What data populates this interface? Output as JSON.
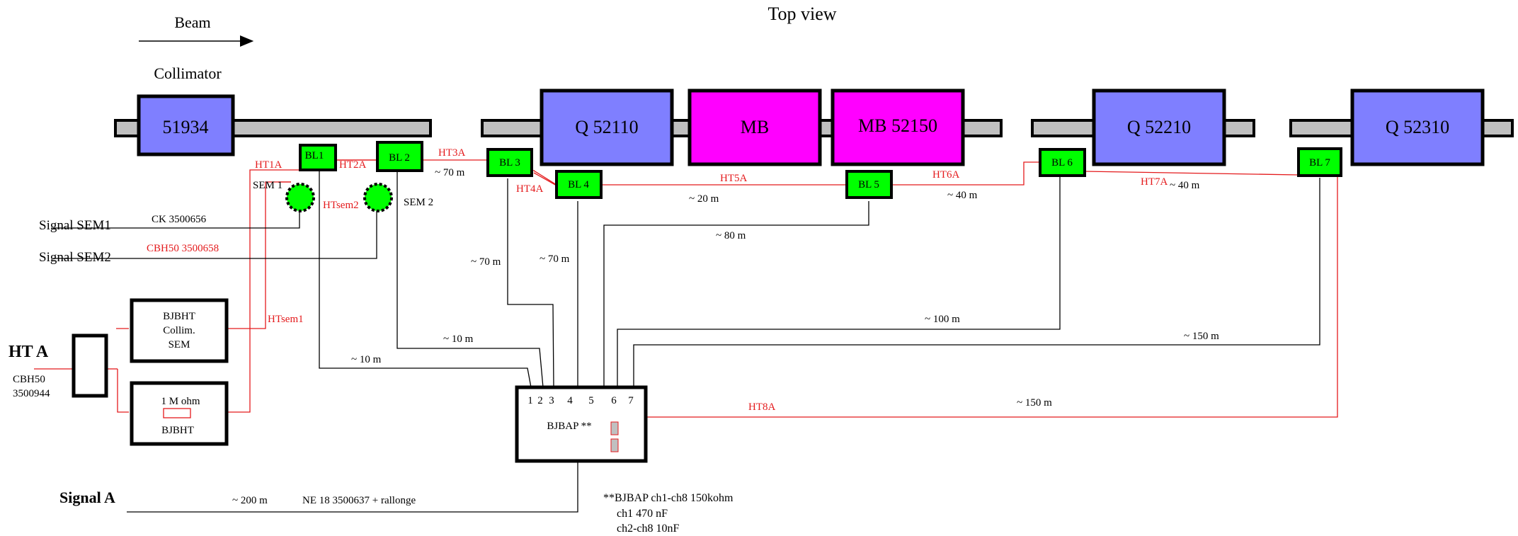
{
  "title": "Top view",
  "beam": {
    "label": "Beam"
  },
  "collimator": {
    "label": "Collimator",
    "name": "51934"
  },
  "magnets": [
    {
      "name": "Q 52110",
      "color": "#7f7fff"
    },
    {
      "name": "MB",
      "color": "#ff00ff"
    },
    {
      "name": "MB 52150",
      "color": "#ff00ff"
    },
    {
      "name": "Q 52210",
      "color": "#7f7fff"
    },
    {
      "name": "Q 52310",
      "color": "#7f7fff"
    }
  ],
  "beam_losses": [
    "BL1",
    "BL 2",
    "BL 3",
    "BL 4",
    "BL 5",
    "BL 6",
    "BL 7"
  ],
  "sems": [
    "SEM 1",
    "SEM 2"
  ],
  "ht_labels": {
    "ht1a": "HT1A",
    "ht2a": "HT2A",
    "ht3a": "HT3A",
    "ht4a": "HT4A",
    "ht5a": "HT5A",
    "ht6a": "HT6A",
    "ht7a": "HT7A",
    "ht8a": "HT8A",
    "htsem1": "HTsem1",
    "htsem2": "HTsem2"
  },
  "signals": {
    "sem1": "Signal  SEM1",
    "sem1_cable": "CK  3500656",
    "sem2": "Signal  SEM2",
    "sem2_cable": "CBH50  3500658",
    "a": "Signal  A",
    "a_dist": "~ 200 m",
    "a_cable": "NE 18 3500637 + rallonge"
  },
  "ht_a": {
    "label": "HT  A",
    "cable1": "CBH50",
    "cable2": "3500944"
  },
  "bjbht_sem": {
    "line1": "BJBHT",
    "line2": "Collim.",
    "line3": "SEM"
  },
  "bjbht": {
    "resistor": "1 M ohm",
    "label": "BJBHT"
  },
  "bjbap": {
    "label": "BJBAP **",
    "channels": [
      "1",
      "2",
      "3",
      "4",
      "5",
      "6",
      "7"
    ]
  },
  "distances": {
    "d_70_bl3": "~ 70 m",
    "d_20": "~ 20 m",
    "d_40_bl5": "~ 40 m",
    "d_40_bl7": "~ 40 m",
    "d_80": "~ 80 m",
    "d_70_a": "~ 70 m",
    "d_70_b": "~ 70 m",
    "d_100": "~ 100 m",
    "d_150_a": "~ 150 m",
    "d_10_a": "~ 10 m",
    "d_10_b": "~ 10 m",
    "d_150_b": "~ 150 m"
  },
  "footnote": [
    "**BJBAP  ch1-ch8 150kohm",
    "ch1 470 nF",
    "ch2-ch8 10nF"
  ]
}
